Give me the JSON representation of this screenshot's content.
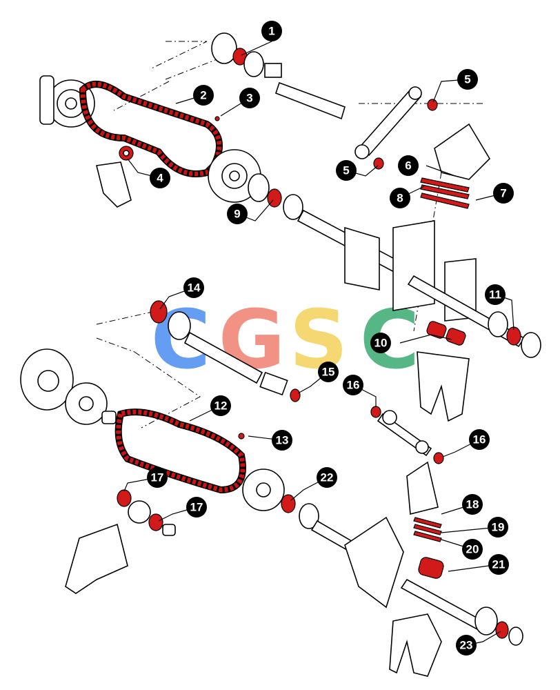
{
  "diagram": {
    "watermark": {
      "letters": [
        "C",
        "G",
        "S",
        "C"
      ],
      "colors": [
        "#4a8df0",
        "#f08070",
        "#f5d25a",
        "#3aaa70"
      ]
    },
    "callouts": [
      "1",
      "2",
      "3",
      "4",
      "5",
      "5",
      "6",
      "7",
      "8",
      "9",
      "10",
      "11",
      "12",
      "13",
      "14",
      "15",
      "16",
      "16",
      "17",
      "17",
      "18",
      "19",
      "20",
      "21",
      "22",
      "23"
    ],
    "colors": {
      "highlight": "#d21a1a",
      "outline": "#000000",
      "badge": "#000000",
      "badge_text": "#ffffff"
    }
  }
}
